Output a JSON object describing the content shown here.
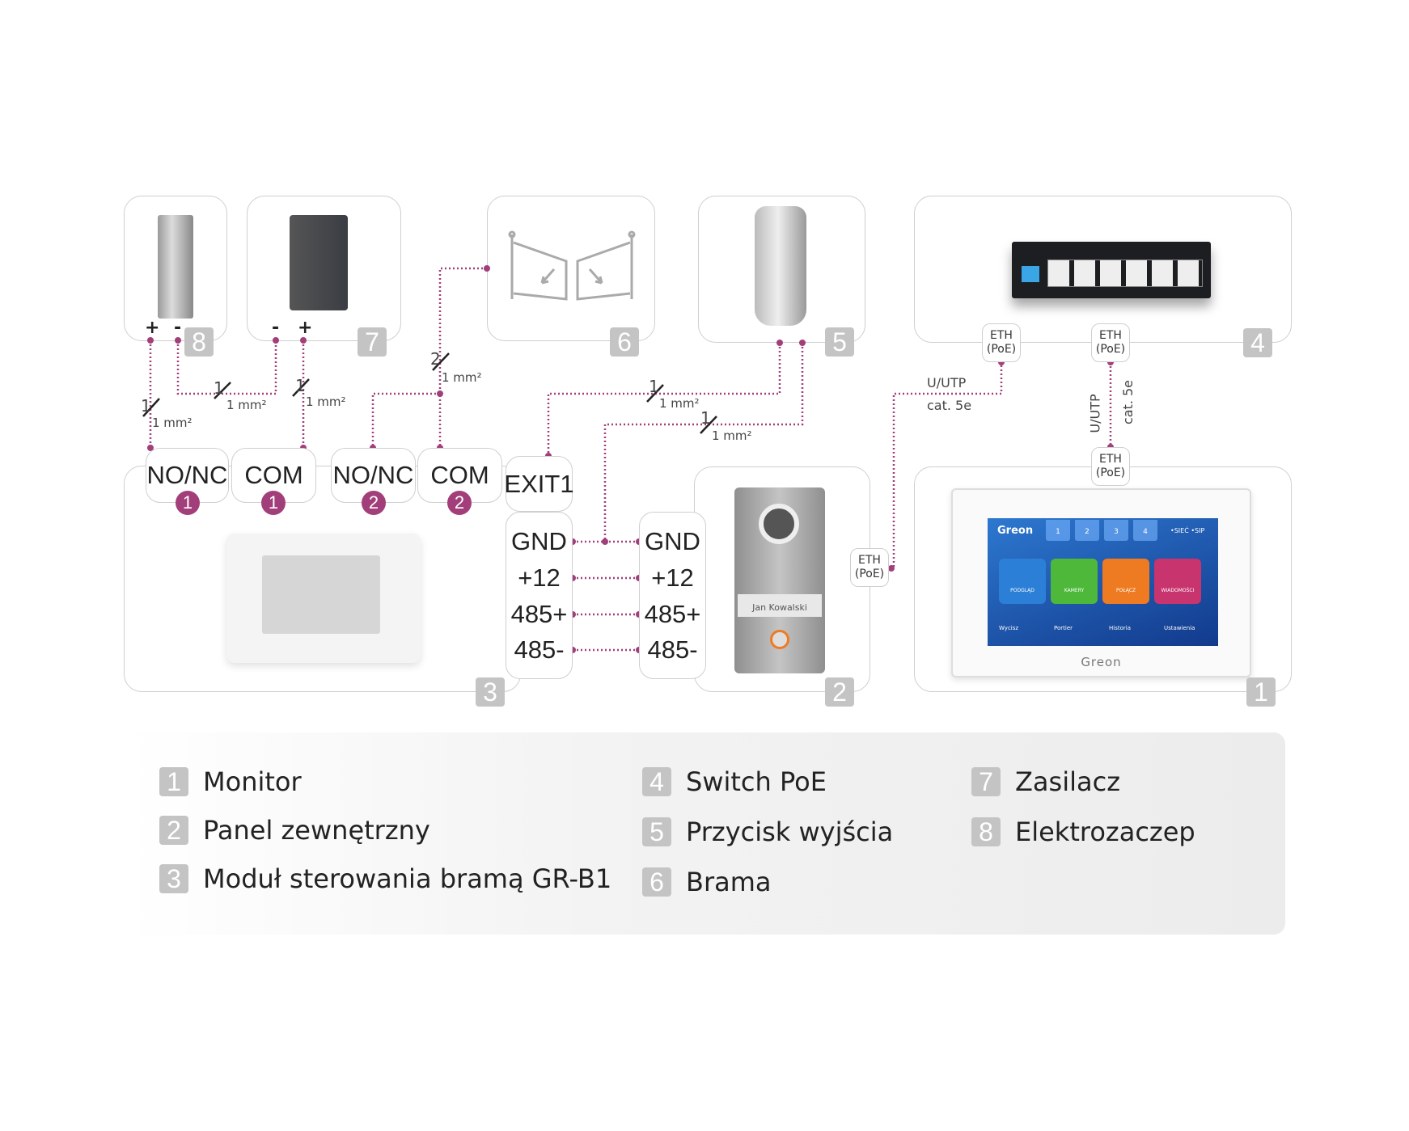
{
  "devices": [
    {
      "num": "8",
      "name": "Elektrozaczep",
      "polarity": [
        "+",
        "-"
      ]
    },
    {
      "num": "7",
      "name": "Zasilacz",
      "polarity": [
        "-",
        "+"
      ]
    },
    {
      "num": "6",
      "name": "Brama"
    },
    {
      "num": "5",
      "name": "Przycisk wyjścia"
    },
    {
      "num": "4",
      "name": "Switch PoE"
    },
    {
      "num": "3",
      "name": "Moduł sterowania bramą GR-B1"
    },
    {
      "num": "2",
      "name": "Panel zewnętrzny"
    },
    {
      "num": "1",
      "name": "Monitor"
    }
  ],
  "module_terminals": {
    "relay": [
      {
        "label": "NO/NC",
        "pin": "1"
      },
      {
        "label": "COM",
        "pin": "1"
      },
      {
        "label": "NO/NC",
        "pin": "2"
      },
      {
        "label": "COM",
        "pin": "2"
      }
    ],
    "exit": "EXIT1",
    "bus": [
      "GND",
      "+12",
      "485+",
      "485-"
    ]
  },
  "panel_terminals": [
    "GND",
    "+12",
    "485+",
    "485-"
  ],
  "eth_label": "ETH (PoE)",
  "eth_lines": [
    "ETH",
    "(PoE)"
  ],
  "cable": {
    "type": "U/UTP",
    "cat": "cat. 5e"
  },
  "wires": {
    "one": "1",
    "two": "2",
    "gauge": "1 mm²"
  },
  "panel_name_tag": "Jan Kowalski",
  "brand": "Greon",
  "monitor_screen": {
    "tabs": [
      "1",
      "2",
      "3",
      "4"
    ],
    "status": "•SIEĆ •SIP",
    "tiles": [
      {
        "label": "PODGLĄD",
        "color": "#2b7fd6"
      },
      {
        "label": "KAMERY",
        "color": "#4db83a"
      },
      {
        "label": "POŁĄCZ",
        "color": "#ee7b22"
      },
      {
        "label": "WIADOMOŚCI",
        "color": "#c8346e"
      }
    ],
    "bottom": [
      "Wycisz",
      "Portier",
      "Historia",
      "Ustawienia"
    ]
  },
  "legend": [
    {
      "num": "1",
      "text": "Monitor"
    },
    {
      "num": "2",
      "text": "Panel zewnętrzny"
    },
    {
      "num": "3",
      "text": "Moduł sterowania bramą GR-B1"
    },
    {
      "num": "4",
      "text": "Switch PoE"
    },
    {
      "num": "5",
      "text": "Przycisk wyjścia"
    },
    {
      "num": "6",
      "text": "Brama"
    },
    {
      "num": "7",
      "text": "Zasilacz"
    },
    {
      "num": "8",
      "text": "Elektrozaczep"
    }
  ],
  "colors": {
    "wire": "#a23f7a",
    "badge": "#c4c4c4",
    "border": "#cfcfcf"
  }
}
